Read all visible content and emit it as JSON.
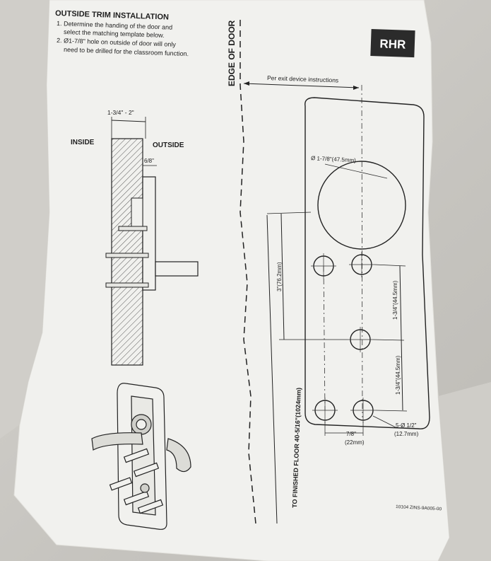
{
  "header": {
    "title": "OUTSIDE TRIM INSTALLATION",
    "step1_line1": "1. Determine the handing of the door and",
    "step1_line2": "select the matching template below.",
    "step2_line1": "2. Ø1-7/8\" hole on outside of door will only",
    "step2_line2": "need to be drilled for the classroom function."
  },
  "badge": {
    "label": "RHR",
    "bg_color": "#2b2b2b",
    "text_color": "#ffffff"
  },
  "edge": {
    "label": "EDGE OF DOOR",
    "per_exit": "Per exit device instructions"
  },
  "section": {
    "thickness": "1-3/4\" - 2\"",
    "inside": "INSIDE",
    "outside": "OUTSIDE",
    "offset": "6/8\""
  },
  "template": {
    "hole_diameter": "Ø 1-7/8\"(47.5mm)",
    "vertical_dim_1": "3\"(76.2mm)",
    "vertical_dim_2": "1-3/4\"(44.5mm)",
    "vertical_dim_3": "1-3/4\"(44.5mm)",
    "spacing": "7/8\"",
    "spacing_mm": "(22mm)",
    "small_hole": "5-Ø 1/2\"",
    "small_hole_mm": "(12.7mm)",
    "floor_dim": "TO FINISHED FLOOR 40-5/16\"(1024mm)"
  },
  "footer": {
    "part_number": "10104 ZINS-9A005-00"
  }
}
